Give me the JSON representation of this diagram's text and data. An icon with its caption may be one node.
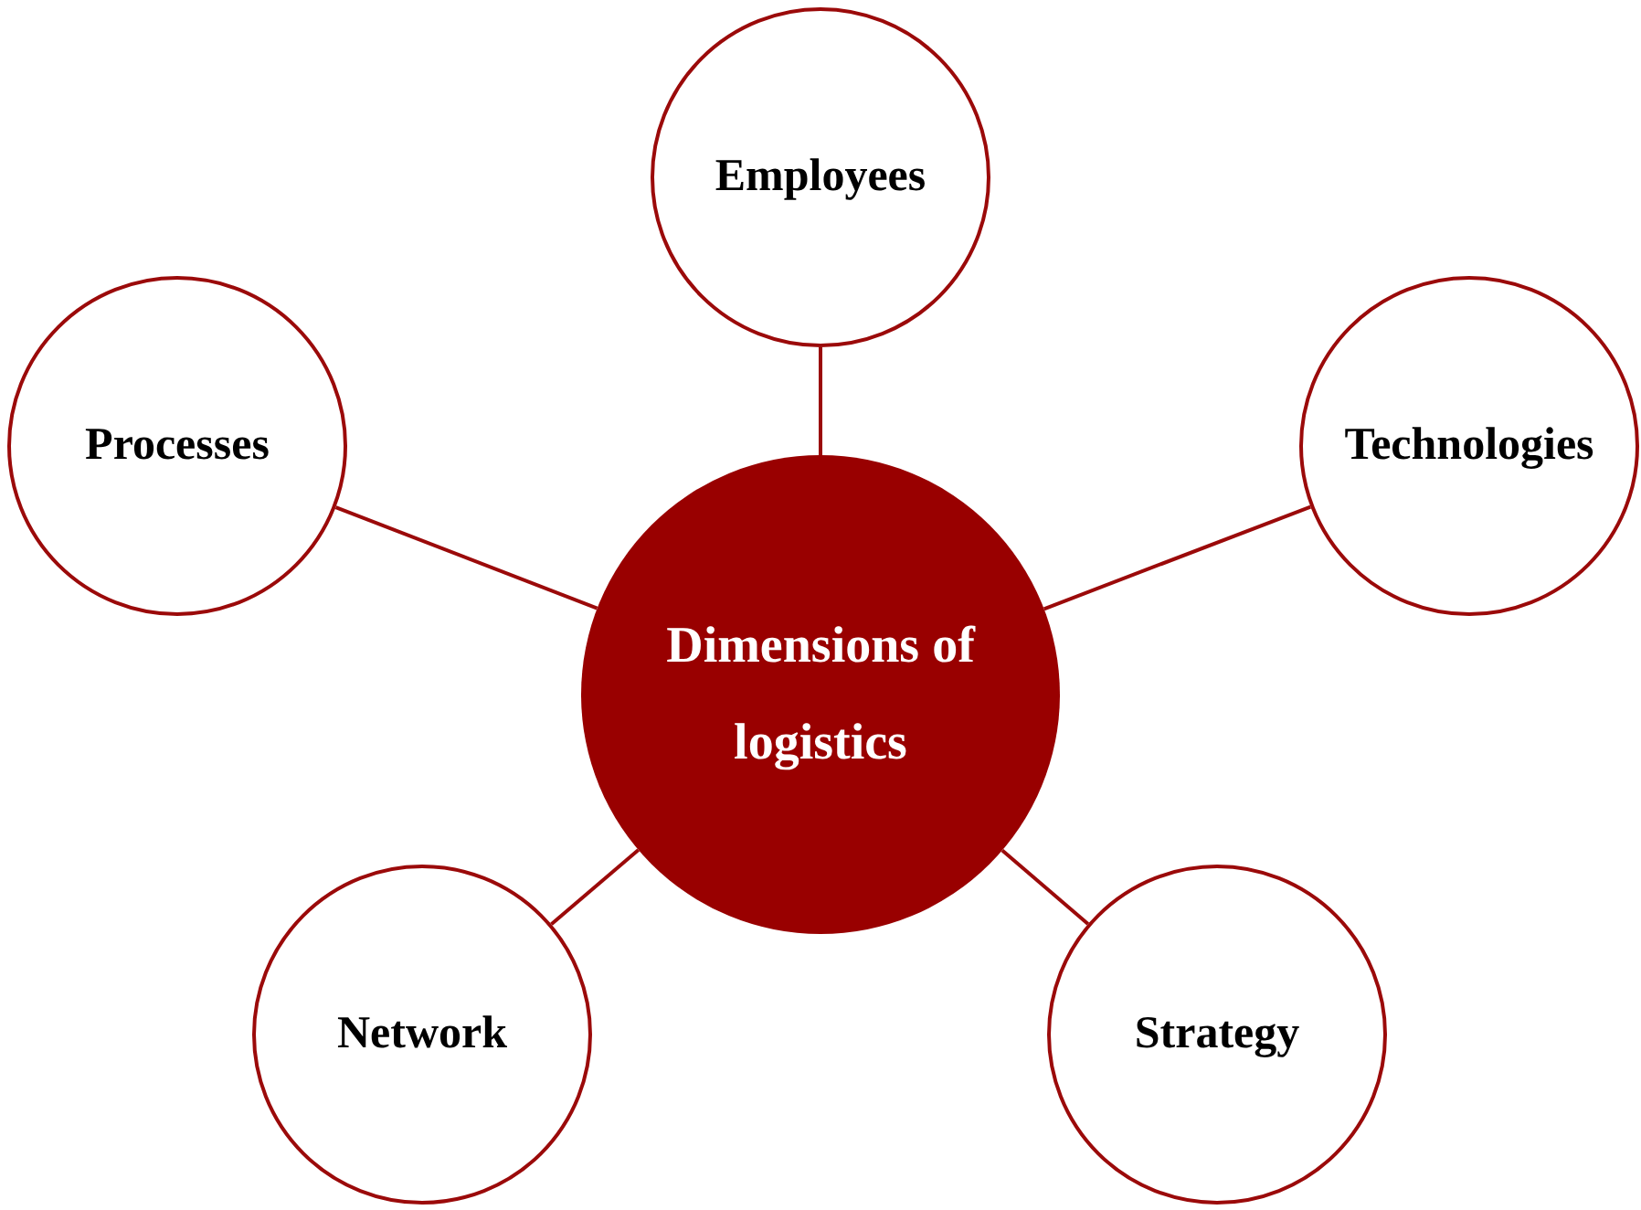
{
  "diagram": {
    "nodes": [
      {
        "text": [
          "Dimensions of logistics"
        ]
      },
      {
        "text": [
          "Employees"
        ]
      },
      {
        "text": [
          "Processes"
        ]
      },
      {
        "text": [
          "Technologies"
        ]
      },
      {
        "text": [
          "Network"
        ]
      },
      {
        "text": [
          "Strategy"
        ]
      }
    ],
    "edges": [
      {
        "from": 0,
        "to": 1,
        "arrow": "none"
      },
      {
        "from": 0,
        "to": 2,
        "arrow": "none"
      },
      {
        "from": 0,
        "to": 3,
        "arrow": "none"
      },
      {
        "from": 0,
        "to": 4,
        "arrow": "none"
      },
      {
        "from": 0,
        "to": 5,
        "arrow": "none"
      }
    ]
  }
}
